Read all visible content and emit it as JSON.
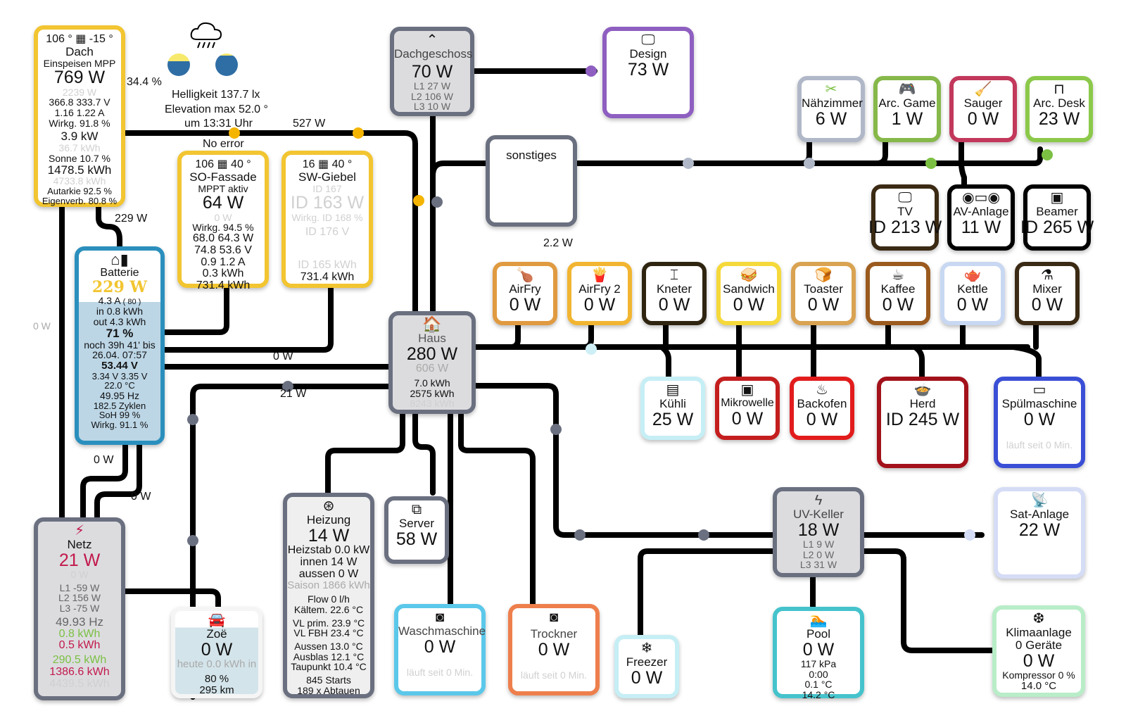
{
  "colors": {
    "solar": "#f2c531",
    "battery": "#2b8fbd",
    "grid": "#6b7080",
    "grid_red": "#c2184b",
    "green": "#7bc043",
    "purple": "#8e5fc1",
    "wire": "#000000",
    "dot_orange": "#f4b400",
    "dot_grey": "#6b7080"
  },
  "weather": {
    "icon": "rain-cloud-icon",
    "percent": "34.4 %",
    "brightness": "Helligkeit 137.7 lx",
    "elevation": "Elevation max 52.0 °",
    "time": "um 13:31 Uhr"
  },
  "flows": {
    "pv_to_house": "527 W",
    "pv_status": "No error",
    "pv_to_battery": "229 W",
    "left_grid": "0 W",
    "battery_house": "0 W",
    "grid_house": "21 W",
    "battery_grid_1": "0 W",
    "battery_grid_2": "0 W",
    "sonstiges": "2.2 W"
  },
  "dach": {
    "az": "106 °",
    "tilt": "-15 °",
    "name": "Dach",
    "mode": "Einspeisen MPP",
    "power": "769 W",
    "power_max": "2239 W",
    "volt": "366.8   333.7 V",
    "amp": "1.16     1.22 A",
    "eff": "Wirkg. 91.8 %",
    "peak": "3.9 kW",
    "today": "36.7 kWh",
    "sun": "Sonne 10.7 %",
    "total": "1478.5 kWh",
    "total2": "4733.8 kWh",
    "autarkie": "Autarkie 92.5 %",
    "eigen": "Eigenverb. 80.8 %"
  },
  "so_fassade": {
    "az": "106",
    "tilt": "40 °",
    "name": "SO-Fassade",
    "mode": "MPPT aktiv",
    "power": "64 W",
    "power2": "0 W",
    "eff": "Wirkg. 94.5 %",
    "r1": "68.0   64.3 W",
    "r2": "74.8   53.6 V",
    "r3": "0.9      1.2 A",
    "today": "0.3 kWh",
    "total": "731.4 kWh"
  },
  "sw_giebel": {
    "az": "16",
    "tilt": "40 °",
    "name": "SW-Giebel",
    "id1": "ID 167",
    "power": "ID 163 W",
    "eff": "Wirkg. ID 168 %",
    "volt": "ID 176 V",
    "energy": "ID 165 kWh",
    "total": "731.4 kWh"
  },
  "battery": {
    "name": "Batterie",
    "power": "229 W",
    "current": "4.3 A",
    "limit": "( 80 )",
    "in": "in 0.8 kWh",
    "out": "out 4.3 kWh",
    "soc": "71 %",
    "soc_fraction": 0.71,
    "remaining": "noch 39h 41' bis",
    "until": "26.04. 07:57",
    "voltage": "53.44 V",
    "cells": "3.34 V    3.35 V",
    "temp": "22.0 °C",
    "freq": "49.95 Hz",
    "cycles": "182.5 Zyklen",
    "soh": "SoH 99 %",
    "eff": "Wirkg. 91.1 %"
  },
  "grid": {
    "name": "Netz",
    "power": "21 W",
    "power2": "0 W",
    "l1": "L1 -59 W",
    "l2": "L2 156 W",
    "l3": "L3 -75 W",
    "freq": "49.93 Hz",
    "today_in": "0.8 kWh",
    "today_out": "0.5 kWh",
    "total_in": "290.5 kWh",
    "total_out": "1386.6 kWh",
    "total": "4439.5 kWh"
  },
  "zoe": {
    "name": "Zoë",
    "power": "0 W",
    "today": "heute 0.0 kWh in",
    "soc": "80 %",
    "range": "295 km"
  },
  "heizung": {
    "name": "Heizung",
    "power": "14 W",
    "heizstab": "Heizstab 0.0 kW",
    "innen": "innen 14 W",
    "aussen": "aussen 0 W",
    "saison": "Saison 1866 kWh",
    "flow": "Flow 0 l/h",
    "kaeltem": "Kältem. 22.6 °C",
    "vl_prim": "VL prim. 23.9 °C",
    "vl_fbh": "VL FBH 23.4 °C",
    "aussen_t": "Aussen 13.0 °C",
    "ausblas": "Ausblas 12.1 °C",
    "taupunkt": "Taupunkt 10.4 °C",
    "starts": "845 Starts",
    "abtauen": "189 x Abtauen"
  },
  "server": {
    "name": "Server",
    "power": "58 W"
  },
  "haus": {
    "name": "Haus",
    "power": "280 W",
    "power2": "606 W",
    "today": "7.0 kWh",
    "total": "2575 kWh",
    "total2": "8243 kWh"
  },
  "dachgeschoss": {
    "name": "Dachgeschoss",
    "power": "70 W",
    "l1": "L1 27 W",
    "l2": "L2 106 W",
    "l3": "L3 10 W"
  },
  "design": {
    "name": "Design",
    "power": "73 W"
  },
  "sonstiges": {
    "name": "sonstiges"
  },
  "top_devices": [
    {
      "name": "Nähzimmer",
      "power": "6 W"
    },
    {
      "name": "Arc. Game",
      "power": "1 W"
    },
    {
      "name": "Sauger",
      "power": "0 W"
    },
    {
      "name": "Arc. Desk",
      "power": "23 W"
    }
  ],
  "media": [
    {
      "name": "TV",
      "power": "ID 213 W"
    },
    {
      "name": "AV-Anlage",
      "power": "11 W"
    },
    {
      "name": "Beamer",
      "power": "ID 265 W"
    }
  ],
  "kitchen_top": [
    {
      "name": "AirFry",
      "power": "0 W"
    },
    {
      "name": "AirFry 2",
      "power": "0 W"
    },
    {
      "name": "Kneter",
      "power": "0 W"
    },
    {
      "name": "Sandwich",
      "power": "0 W"
    },
    {
      "name": "Toaster",
      "power": "0 W"
    },
    {
      "name": "Kaffee",
      "power": "0 W"
    },
    {
      "name": "Kettle",
      "power": "0 W"
    },
    {
      "name": "Mixer",
      "power": "0 W"
    }
  ],
  "kitchen_bottom": [
    {
      "name": "Kühli",
      "power": "25 W"
    },
    {
      "name": "Mikrowelle",
      "power": "0 W"
    },
    {
      "name": "Backofen",
      "power": "0 W"
    },
    {
      "name": "Herd",
      "power": "ID 245 W"
    },
    {
      "name": "Spülmaschine",
      "power": "0 W",
      "sub": "läuft seit 0 Min."
    }
  ],
  "waschmaschine": {
    "name": "Waschmaschine",
    "power": "0 W",
    "sub": "läuft seit 0 Min."
  },
  "trockner": {
    "name": "Trockner",
    "power": "0 W",
    "sub": "läuft seit 0 Min."
  },
  "freezer": {
    "name": "Freezer",
    "power": "0 W"
  },
  "uv_keller": {
    "name": "UV-Keller",
    "power": "18 W",
    "l1": "L1 9 W",
    "l2": "L2 0 W",
    "l3": "L3 31 W"
  },
  "sat": {
    "name": "Sat-Anlage",
    "power": "22 W"
  },
  "pool": {
    "name": "Pool",
    "power": "0 W",
    "pressure": "117 kPa",
    "time": "0:00",
    "t1": "0.1 °C",
    "t2": "14.2 °C"
  },
  "klima": {
    "name": "Klimaanlage",
    "devices": "0 Geräte",
    "power": "0 W",
    "comp": "Kompressor 0 %",
    "temp": "14.0 °C"
  }
}
